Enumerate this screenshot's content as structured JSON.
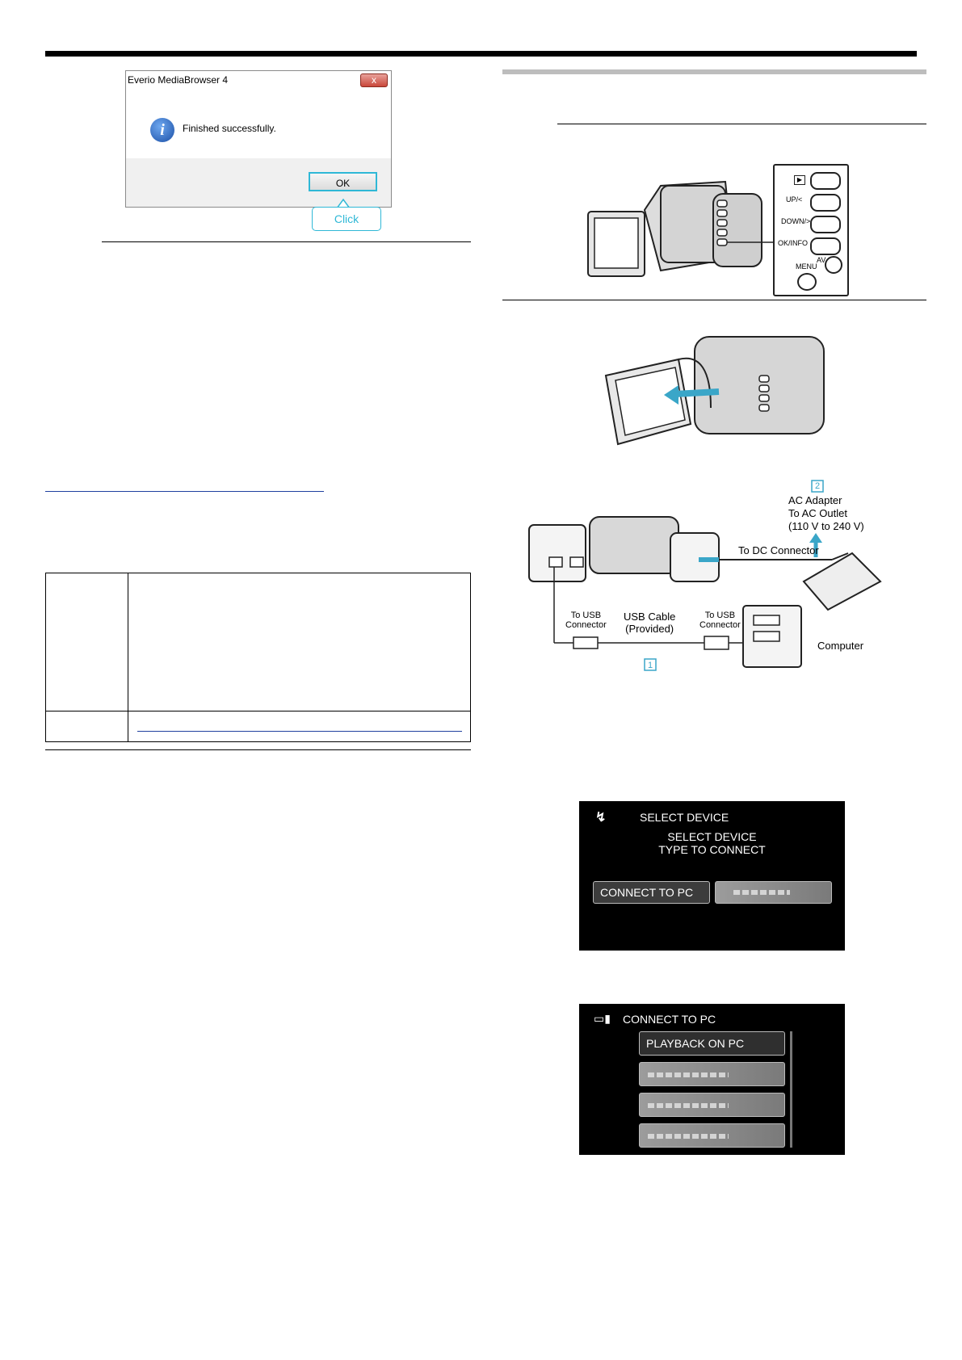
{
  "dialog": {
    "title": "Everio MediaBrowser 4",
    "close": "x",
    "info_glyph": "i",
    "message": "Finished successfully.",
    "ok_label": "OK",
    "callout": "Click"
  },
  "table": {
    "rows": [
      {
        "key": "",
        "value": ""
      },
      {
        "key": "",
        "value": ""
      }
    ]
  },
  "camera_panel": {
    "buttons": [
      "",
      "UP/<",
      "DOWN/>",
      "OK/INFO"
    ],
    "av": "AV",
    "menu": "MENU"
  },
  "connection_diagram": {
    "marker_2": "2",
    "ac_adapter": "AC Adapter",
    "to_outlet": "To AC Outlet",
    "voltage": "(110 V to 240 V)",
    "to_dc": "To DC Connector",
    "usb_left": "To USB\nConnector",
    "usb_cable": "USB Cable\n(Provided)",
    "usb_right": "To USB\nConnector",
    "computer": "Computer",
    "marker_1": "1"
  },
  "screen1": {
    "header": "SELECT DEVICE",
    "line1": "SELECT DEVICE",
    "line2": "TYPE TO CONNECT",
    "btn_connect": "CONNECT TO PC"
  },
  "screen2": {
    "header": "CONNECT TO PC",
    "item1": "PLAYBACK ON PC"
  },
  "icons": {
    "dialog": "info-icon",
    "screen1": "connection-icon",
    "screen2": "pc-monitor-icon"
  }
}
